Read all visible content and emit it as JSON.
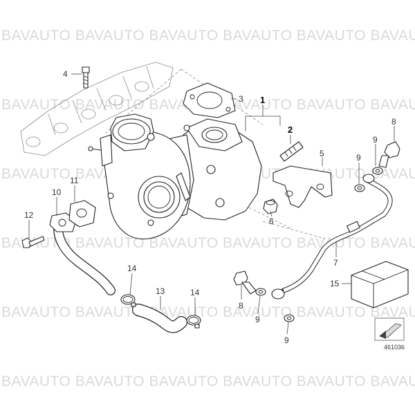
{
  "watermark": {
    "text": "BAVAUTO BAVAUTO BAVAUTO BAVAUTO BAVAUTO BAVAUTO"
  },
  "callouts": {
    "c1": "1",
    "c2": "2",
    "c3": "3",
    "c4": "4",
    "c5": "5",
    "c6": "6",
    "c7": "7",
    "c8a": "8",
    "c8b": "8",
    "c9a": "9",
    "c9b": "9",
    "c9c": "9",
    "c9d": "9",
    "c10": "10",
    "c11": "11",
    "c12": "12",
    "c13": "13",
    "c14a": "14",
    "c14b": "14",
    "c15": "15"
  },
  "figure_number": "461036",
  "colors": {
    "line": "#222222",
    "watermark": "#d9d9d9",
    "ghost": "#8a8a8a"
  }
}
